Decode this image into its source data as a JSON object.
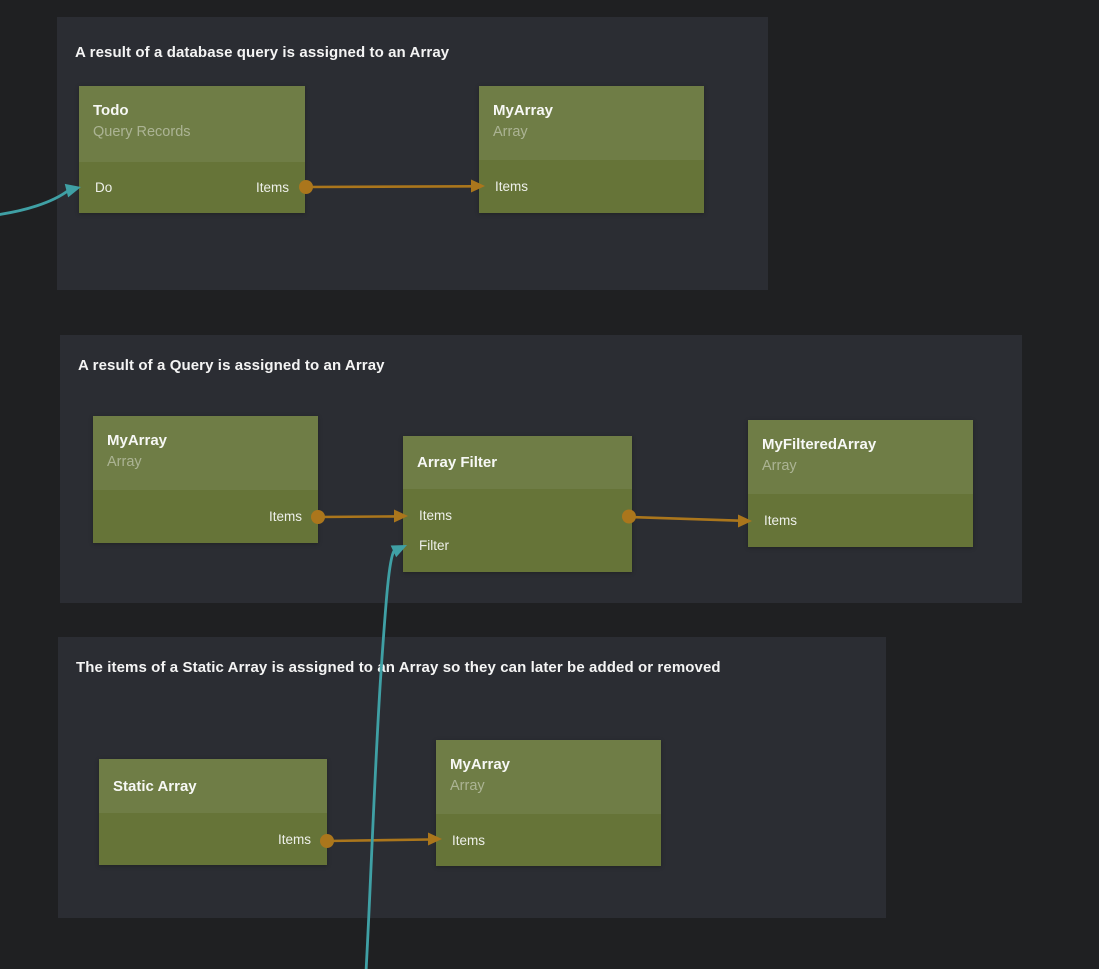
{
  "theme": {
    "page_bg": "#1f2022",
    "panel_bg": "#2b2d33",
    "panel_title_color": "#f4f4f4",
    "node_header_bg": "#6f7d46",
    "node_body_bg": "#667438",
    "node_title_color": "#f7f8f5",
    "node_subtitle_color": "rgba(255,255,255,0.42)",
    "port_label_color": "#eef0ea",
    "wire_orange": "#ab761c",
    "wire_teal": "#3fa0a5"
  },
  "panels": [
    {
      "title": "A result of a database query is assigned to an Array"
    },
    {
      "title": "A result of a Query is assigned to an Array"
    },
    {
      "title": "The items of a Static Array is assigned to an Array so they can later be added or removed"
    }
  ],
  "nodes": {
    "todo": {
      "title": "Todo",
      "subtitle": "Query Records",
      "ports": [
        {
          "label": "Do",
          "direction": "input"
        },
        {
          "label": "Items",
          "direction": "output"
        }
      ]
    },
    "myarray_query": {
      "title": "MyArray",
      "subtitle": "Array",
      "ports": [
        {
          "label": "Items",
          "direction": "input"
        }
      ]
    },
    "myarray_source": {
      "title": "MyArray",
      "subtitle": "Array",
      "ports": [
        {
          "label": "Items",
          "direction": "output"
        }
      ]
    },
    "array_filter": {
      "title": "Array Filter",
      "ports": [
        {
          "label": "Items",
          "direction": "input"
        },
        {
          "label": "Filter",
          "direction": "input"
        }
      ]
    },
    "myfilteredarray": {
      "title": "MyFilteredArray",
      "subtitle": "Array",
      "ports": [
        {
          "label": "Items",
          "direction": "input"
        }
      ]
    },
    "static_array": {
      "title": "Static Array",
      "ports": [
        {
          "label": "Items",
          "direction": "output"
        }
      ]
    },
    "myarray_static": {
      "title": "MyArray",
      "subtitle": "Array",
      "ports": [
        {
          "label": "Items",
          "direction": "input"
        }
      ]
    }
  },
  "connections": [
    {
      "from": "offscreen-left",
      "to": "Todo.Do",
      "color": "teal"
    },
    {
      "from": "Todo.Items",
      "to": "MyArray.Items",
      "color": "orange"
    },
    {
      "from": "MyArray.Items",
      "to": "Array Filter.Items",
      "color": "orange"
    },
    {
      "from": "Array Filter.Items",
      "to": "MyFilteredArray.Items",
      "color": "orange"
    },
    {
      "from": "Static Array.Items",
      "to": "MyArray.Items",
      "color": "orange"
    },
    {
      "from": "offscreen-bottom",
      "to": "Array Filter.Filter",
      "color": "teal"
    }
  ]
}
